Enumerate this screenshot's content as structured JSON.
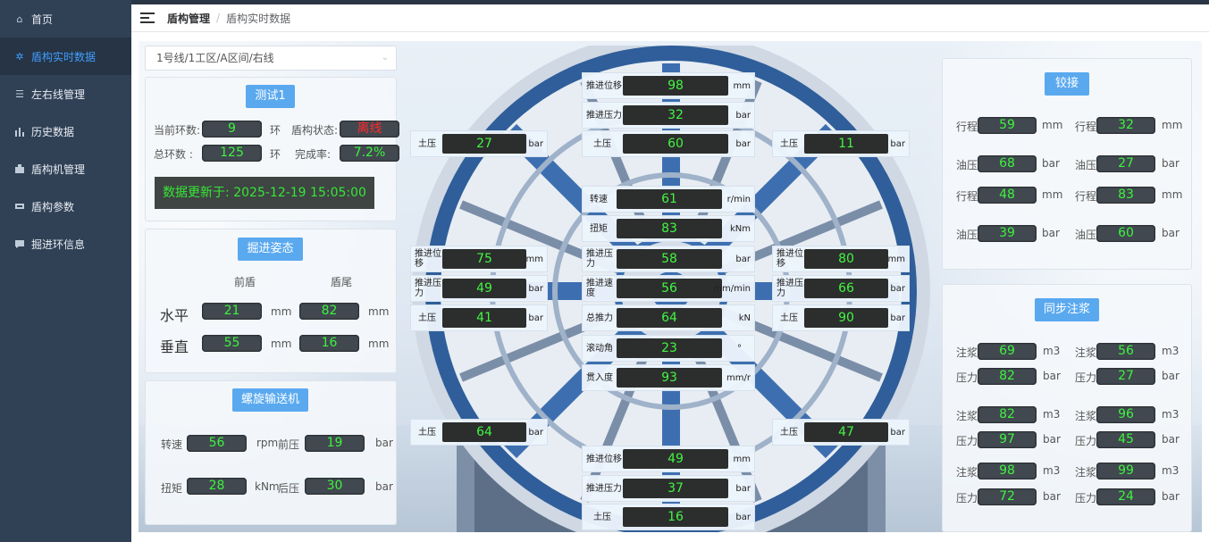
{
  "sidebar": {
    "items": [
      {
        "label": "首页",
        "icon": "home-icon"
      },
      {
        "label": "盾构实时数据",
        "icon": "gear-icon"
      },
      {
        "label": "左右线管理",
        "icon": "list-icon"
      },
      {
        "label": "历史数据",
        "icon": "bar-chart-icon"
      },
      {
        "label": "盾构机管理",
        "icon": "machine-icon"
      },
      {
        "label": "盾构参数",
        "icon": "params-icon"
      },
      {
        "label": "掘进环信息",
        "icon": "message-icon"
      }
    ]
  },
  "breadcrumb": {
    "first": "盾构管理",
    "sep": "/",
    "second": "盾构实时数据"
  },
  "selector": {
    "value": "1号线/1工区/A区间/右线",
    "arrow": "⌄"
  },
  "status": {
    "title": "测试1",
    "current_ring_label": "当前环数:",
    "current_ring": "9",
    "ring_unit": "环",
    "state_label": "盾构状态:",
    "state": "离线",
    "total_ring_label": "总环数 :",
    "total_ring": "125",
    "total_unit": "环",
    "rate_label": "完成率:",
    "rate": "7.2%",
    "update_text": "数据更新于: 2025-12-19 15:05:00"
  },
  "attitude": {
    "title": "掘进姿态",
    "col_front": "前盾",
    "col_rear": "盾尾",
    "rows": [
      {
        "label": "水平",
        "front": "21",
        "front_unit": "mm",
        "rear": "82",
        "rear_unit": "mm"
      },
      {
        "label": "垂直",
        "front": "55",
        "front_unit": "mm",
        "rear": "16",
        "rear_unit": "mm"
      }
    ]
  },
  "screw": {
    "title": "螺旋输送机",
    "rows": [
      {
        "l1": "转速",
        "v1": "56",
        "u1": "rpm",
        "l2": "前压",
        "v2": "19",
        "u2": "bar"
      },
      {
        "l1": "扭矩",
        "v1": "28",
        "u1": "kNm",
        "l2": "后压",
        "v2": "30",
        "u2": "bar"
      }
    ]
  },
  "hinge": {
    "title": "铰接",
    "rows": [
      {
        "l1": "行程",
        "v1": "59",
        "u1": "mm",
        "l2": "行程",
        "v2": "32",
        "u2": "mm"
      },
      {
        "l1": "油压",
        "v1": "68",
        "u1": "bar",
        "l2": "油压",
        "v2": "27",
        "u2": "bar"
      },
      {
        "l1": "行程",
        "v1": "48",
        "u1": "mm",
        "l2": "行程",
        "v2": "83",
        "u2": "mm"
      },
      {
        "l1": "油压",
        "v1": "39",
        "u1": "bar",
        "l2": "油压",
        "v2": "60",
        "u2": "bar"
      }
    ]
  },
  "grout": {
    "title": "同步注浆",
    "rows": [
      {
        "l1": "注浆",
        "v1": "69",
        "u1": "m3",
        "l2": "注浆",
        "v2": "56",
        "u2": "m3"
      },
      {
        "l1": "压力",
        "v1": "82",
        "u1": "bar",
        "l2": "压力",
        "v2": "27",
        "u2": "bar"
      },
      {
        "l1": "注浆",
        "v1": "82",
        "u1": "m3",
        "l2": "注浆",
        "v2": "96",
        "u2": "m3"
      },
      {
        "l1": "压力",
        "v1": "97",
        "u1": "bar",
        "l2": "压力",
        "v2": "45",
        "u2": "bar"
      },
      {
        "l1": "注浆",
        "v1": "98",
        "u1": "m3",
        "l2": "注浆",
        "v2": "99",
        "u2": "m3"
      },
      {
        "l1": "压力",
        "v1": "72",
        "u1": "bar",
        "l2": "压力",
        "v2": "24",
        "u2": "bar"
      }
    ]
  },
  "center": {
    "top": [
      {
        "label": "推进位移",
        "value": "98",
        "unit": "mm"
      },
      {
        "label": "推进压力",
        "value": "32",
        "unit": "bar"
      },
      {
        "label": "土压",
        "value": "60",
        "unit": "bar"
      }
    ],
    "upper_left_soil": {
      "label": "土压",
      "value": "27",
      "unit": "bar"
    },
    "upper_right_soil": {
      "label": "土压",
      "value": "11",
      "unit": "bar"
    },
    "middle": [
      {
        "label": "转速",
        "value": "61",
        "unit": "r/min"
      },
      {
        "label": "扭矩",
        "value": "83",
        "unit": "kNm"
      },
      {
        "label": "推进压力",
        "value": "58",
        "unit": "bar"
      },
      {
        "label": "推进速度",
        "value": "56",
        "unit": "mm/min"
      },
      {
        "label": "总推力",
        "value": "64",
        "unit": "kN"
      },
      {
        "label": "滚动角",
        "value": "23",
        "unit": "°"
      },
      {
        "label": "贯入度",
        "value": "93",
        "unit": "mm/r"
      }
    ],
    "left_group": [
      {
        "label": "推进位移",
        "value": "75",
        "unit": "mm"
      },
      {
        "label": "推进压力",
        "value": "49",
        "unit": "bar"
      },
      {
        "label": "土压",
        "value": "41",
        "unit": "bar"
      }
    ],
    "right_group": [
      {
        "label": "推进位移",
        "value": "80",
        "unit": "mm"
      },
      {
        "label": "推进压力",
        "value": "66",
        "unit": "bar"
      },
      {
        "label": "土压",
        "value": "90",
        "unit": "bar"
      }
    ],
    "lower_left_soil": {
      "label": "土压",
      "value": "64",
      "unit": "bar"
    },
    "lower_right_soil": {
      "label": "土压",
      "value": "47",
      "unit": "bar"
    },
    "bottom": [
      {
        "label": "推进位移",
        "value": "49",
        "unit": "mm"
      },
      {
        "label": "推进压力",
        "value": "37",
        "unit": "bar"
      },
      {
        "label": "土压",
        "value": "16",
        "unit": "bar"
      }
    ]
  }
}
